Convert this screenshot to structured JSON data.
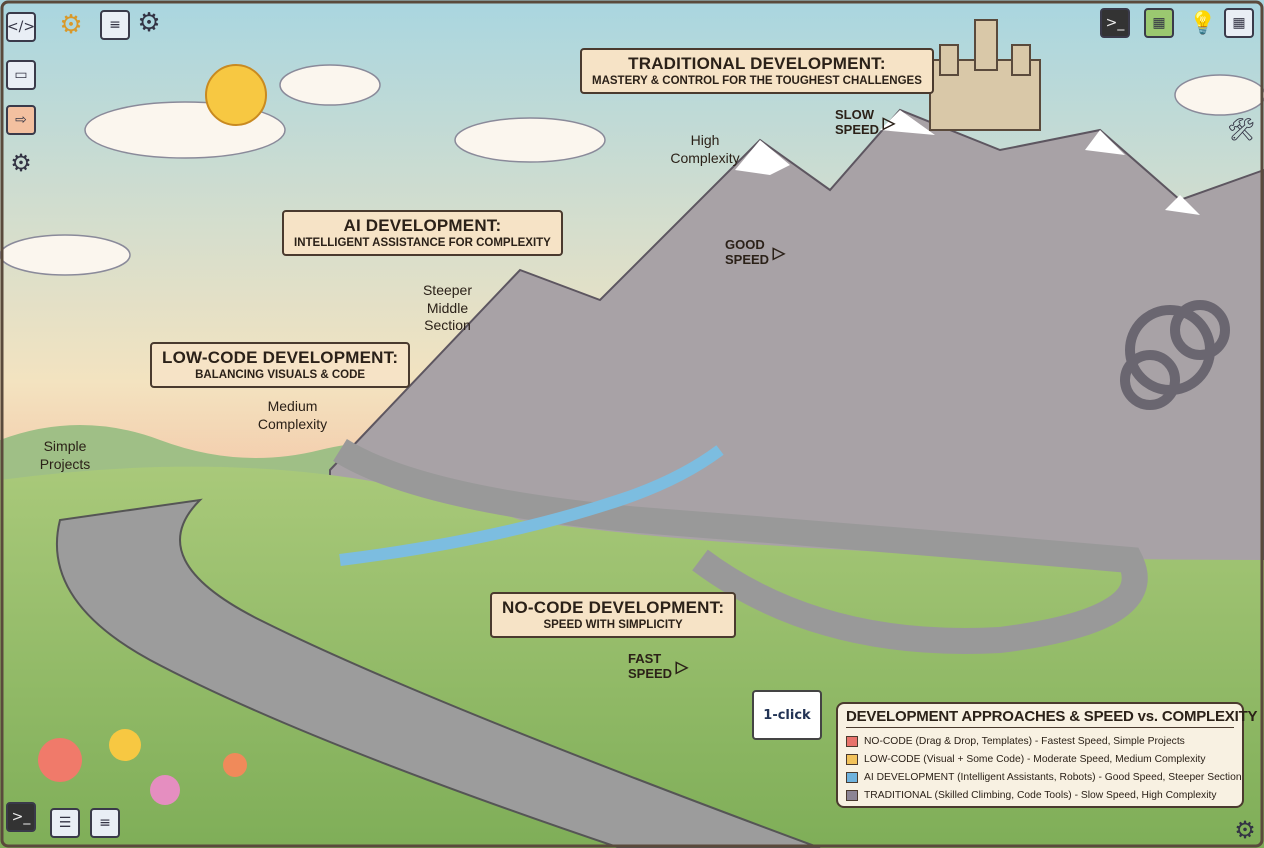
{
  "banners": {
    "traditional": {
      "title": "TRADITIONAL DEVELOPMENT:",
      "subtitle": "MASTERY & CONTROL FOR THE TOUGHEST CHALLENGES"
    },
    "ai": {
      "title": "AI DEVELOPMENT:",
      "subtitle": "INTELLIGENT ASSISTANCE FOR COMPLEXITY"
    },
    "low_code": {
      "title": "LOW-CODE DEVELOPMENT:",
      "subtitle": "BALANCING VISUALS & CODE"
    },
    "no_code": {
      "title": "NO-CODE DEVELOPMENT:",
      "subtitle": "SPEED WITH SIMPLICITY"
    }
  },
  "labels": {
    "high": "High Complexity",
    "steeper": "Steeper Middle Section",
    "medium": "Medium Complexity",
    "simple": "Simple Projects"
  },
  "speeds": {
    "slow": "SLOW SPEED",
    "good": "GOOD SPEED",
    "fast": "FAST SPEED"
  },
  "signs": {
    "one_click": "1-click"
  },
  "legend": {
    "title": "DEVELOPMENT APPROACHES & SPEED vs. COMPLEXITY",
    "items": [
      {
        "text": "NO-CODE (Drag & Drop, Templates) - Fastest Speed, Simple Projects",
        "color": "#e8736b"
      },
      {
        "text": "LOW-CODE (Visual + Some Code) - Moderate Speed, Medium Complexity",
        "color": "#f2c25a"
      },
      {
        "text": "AI DEVELOPMENT (Intelligent Assistants, Robots) - Good Speed, Steeper Section",
        "color": "#6fb3de"
      },
      {
        "text": "TRADITIONAL (Skilled Climbing, Code Tools) - Slow Speed, High Complexity",
        "color": "#8c8494"
      }
    ]
  }
}
